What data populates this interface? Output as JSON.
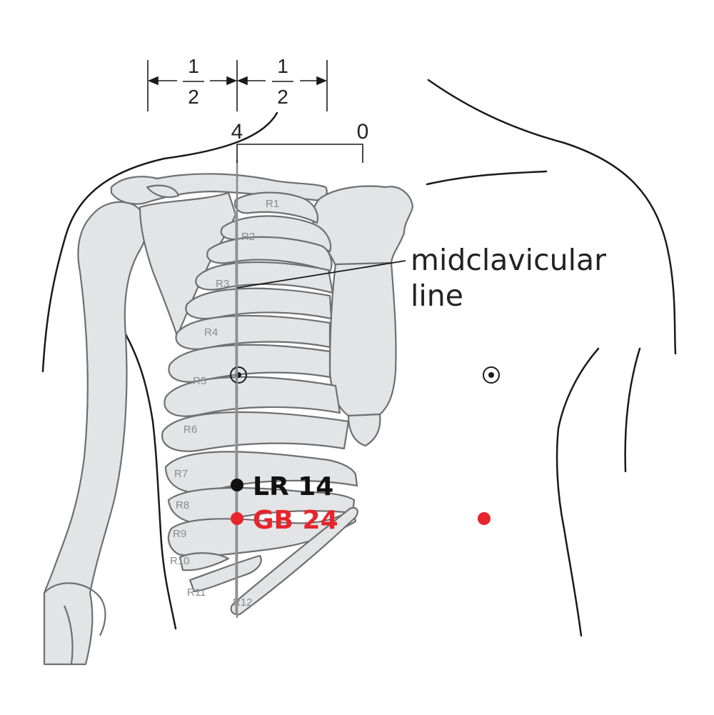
{
  "dimension": {
    "half_left": {
      "num": "1",
      "den": "2"
    },
    "half_right": {
      "num": "1",
      "den": "2"
    },
    "cun_4": "4",
    "cun_0": "0"
  },
  "callout": {
    "line1": "midclavicular",
    "line2": "line"
  },
  "ribs": [
    "R1",
    "R2",
    "R3",
    "R4",
    "R5",
    "R6",
    "R7",
    "R8",
    "R9",
    "R10",
    "R11",
    "R12"
  ],
  "points": {
    "lr14": {
      "label": "LR 14",
      "color": "#111111"
    },
    "gb24": {
      "label": "GB 24",
      "color": "#e8242c"
    },
    "gb24_right_color": "#e8242c"
  },
  "colors": {
    "bone_fill": "#e3e4e6",
    "bone_stroke": "#6f6f6f",
    "body_stroke": "#1a1a1a"
  }
}
